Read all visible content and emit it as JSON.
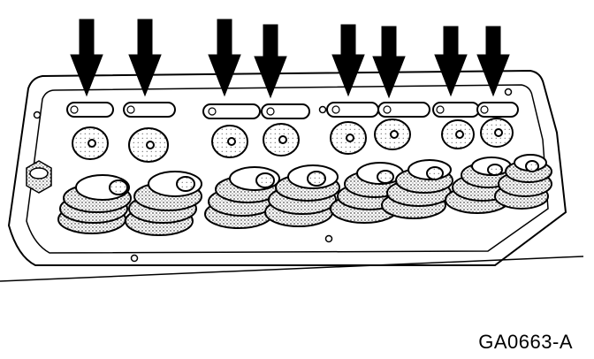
{
  "figure": {
    "code": "GA0663-A"
  },
  "diagram": {
    "subject": "cylinder-head-with-valve-springs",
    "arrow_count": 8,
    "valve_spring_count": 8,
    "rocker_stud_count": 8,
    "colors": {
      "ink": "#000000",
      "paper": "#ffffff",
      "shade": "#9a9a9a"
    }
  }
}
